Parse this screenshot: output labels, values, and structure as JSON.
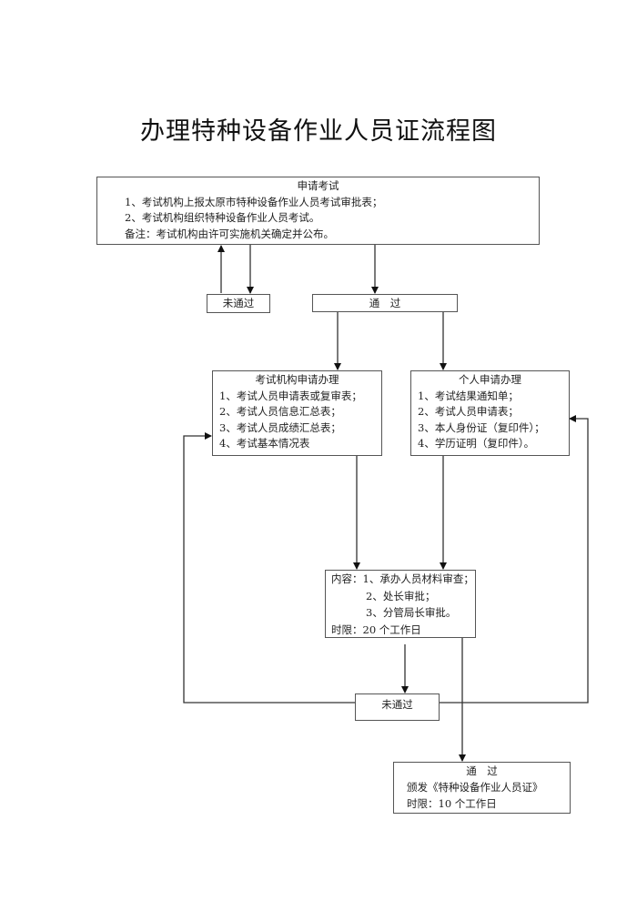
{
  "title": "办理特种设备作业人员证流程图",
  "apply_exam": {
    "heading": "申请考试",
    "items": [
      "1、考试机构上报太原市特种设备作业人员考试审批表；",
      "2、考试机构组织特种设备作业人员考试。",
      "备注：考试机构由许可实施机关确定并公布。"
    ]
  },
  "exam_fail": {
    "label": "未通过"
  },
  "exam_pass": {
    "label": "通　过"
  },
  "org_apply": {
    "heading": "考试机构申请办理",
    "items": [
      "1、考试人员申请表或复审表；",
      "2、考试人员信息汇总表；",
      "3、考试人员成绩汇总表；",
      "4、考试基本情况表"
    ]
  },
  "personal_apply": {
    "heading": "个人申请办理",
    "items": [
      "1、考试结果通知单；",
      "2、考试人员申请表；",
      "3、本人身份证（复印件）；",
      "4、学历证明（复印件）。"
    ]
  },
  "review": {
    "items": [
      "内容：1、承办人员材料审查；",
      "2、处长审批；",
      "3、分管局长审批。",
      "时限：20 个工作日"
    ]
  },
  "review_fail": {
    "label": "未通过"
  },
  "issue": {
    "heading": "通　过",
    "items": [
      "颁发《特种设备作业人员证》",
      "时限：10 个工作日"
    ]
  }
}
